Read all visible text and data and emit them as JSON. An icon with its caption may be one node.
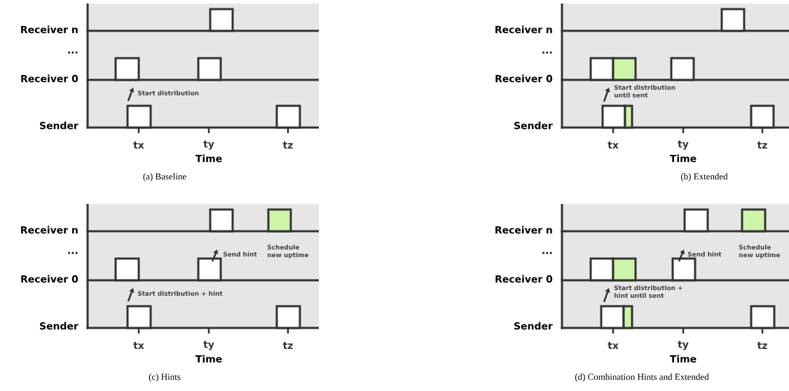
{
  "diagram": {
    "nodes": [
      {
        "text": [
          "Receiver n",
          "...",
          "Receiver 0",
          "Start distribution",
          "Sender",
          "tx",
          "ty",
          "tz",
          "Time"
        ],
        "beside": [
          "(a) Baseline"
        ]
      },
      {
        "text": [
          "Receiver n",
          "...",
          "Receiver 0",
          "Start distribution until sent",
          "Sender",
          "tx",
          "ty",
          "tz",
          "Time"
        ],
        "beside": [
          "(b) Extended"
        ]
      },
      {
        "text": [
          "Receiver n",
          "...",
          "Send hint",
          "Schedule new uptime",
          "Receiver 0",
          "Start distribution + hint",
          "Sender",
          "tx",
          "ty",
          "tz",
          "Time"
        ],
        "beside": [
          "(c) Hints"
        ]
      },
      {
        "text": [
          "Receiver n",
          "...",
          "Send hint",
          "Schedule new uptime",
          "Receiver 0",
          "Start distribution + hint until sent",
          "Sender",
          "tx",
          "ty",
          "tz",
          "Time"
        ],
        "beside": [
          "(d) Combination Hints and Extended"
        ]
      }
    ]
  }
}
